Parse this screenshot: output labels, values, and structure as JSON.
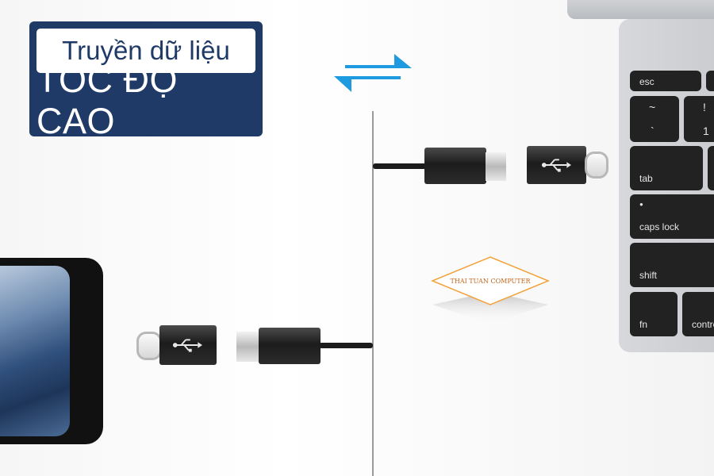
{
  "headline": {
    "top": "Truyền dữ liệu",
    "bottom": "TỐC ĐỘ CAO"
  },
  "watermark": {
    "text": "THAI TUAN COMPUTER"
  },
  "keyboard": {
    "keys": {
      "esc": "esc",
      "tilde_top": "~",
      "tilde_bottom": "`",
      "one_top": "!",
      "one_bottom": "1",
      "tab": "tab",
      "caps": "caps lock",
      "shift": "shift",
      "fn": "fn",
      "control": "contro"
    }
  },
  "colors": {
    "badge_bg": "#1f3a66",
    "arrow_blue": "#1e9be0",
    "watermark_orange": "#f2a23a"
  },
  "icons": {
    "usb_symbol": "usb-symbol-icon",
    "transfer_arrows": "bidirectional-arrows-icon"
  }
}
